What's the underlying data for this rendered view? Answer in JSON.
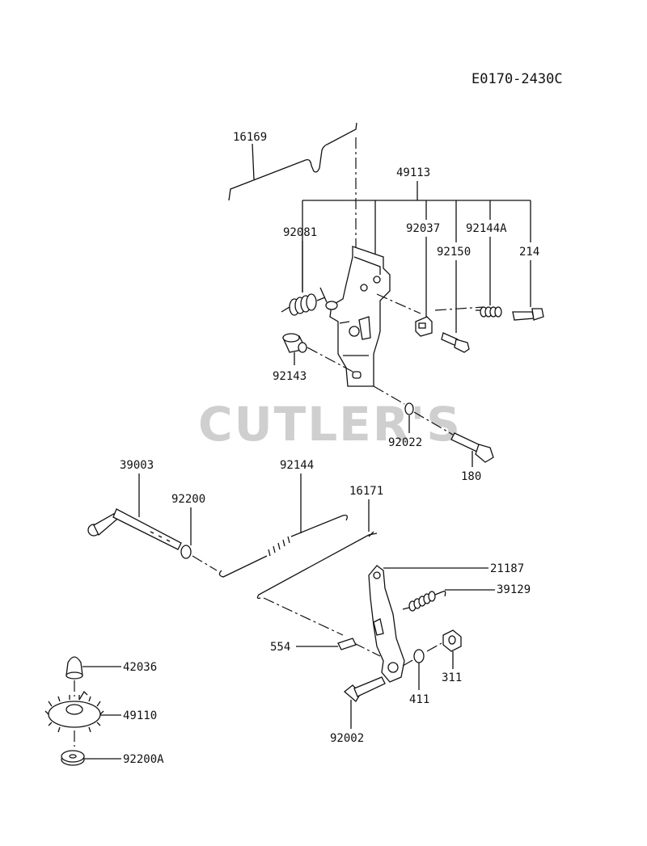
{
  "diagram_code": "E0170-2430C",
  "watermark": "CUTLER'S",
  "parts": {
    "p16169": "16169",
    "p49113": "49113",
    "p92081": "92081",
    "p92037": "92037",
    "p92144A": "92144A",
    "p92150": "92150",
    "p214": "214",
    "p92143": "92143",
    "p92022": "92022",
    "p180": "180",
    "p39003": "39003",
    "p92200": "92200",
    "p92144": "92144",
    "p16171": "16171",
    "p21187": "21187",
    "p39129": "39129",
    "p554": "554",
    "p311": "311",
    "p411": "411",
    "p92002": "92002",
    "p42036": "42036",
    "p49110": "49110",
    "p92200A": "92200A"
  }
}
